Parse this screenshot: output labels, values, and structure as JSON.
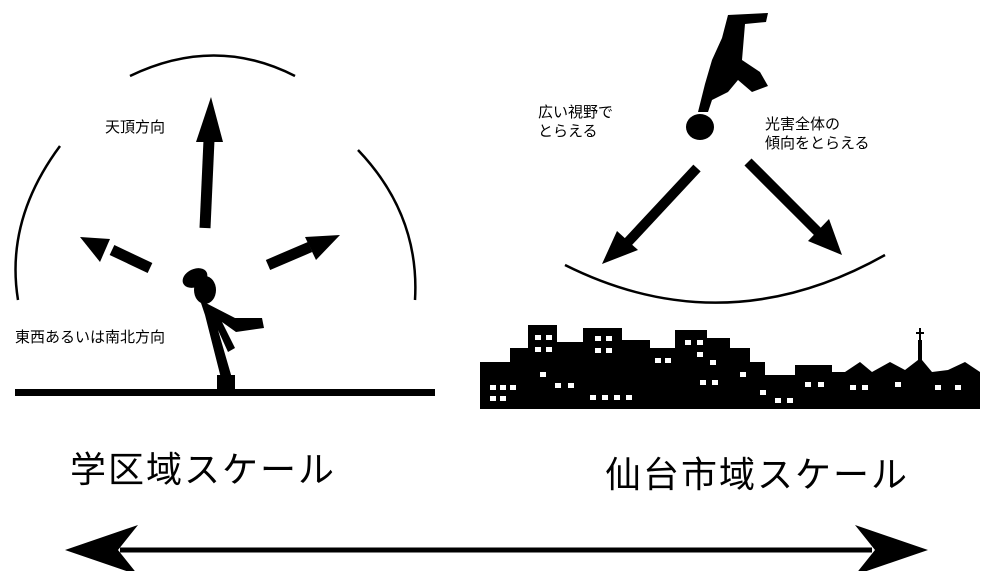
{
  "left_panel": {
    "zenith_label": "天頂方向",
    "horizon_label": "東西あるいは南北方向",
    "scale_label": "学区域スケール"
  },
  "right_panel": {
    "wide_view_label": "広い視野で\nとらえる",
    "overall_trend_label": "光害全体の\n傾向をとらえる",
    "scale_label": "仙台市域スケール"
  }
}
